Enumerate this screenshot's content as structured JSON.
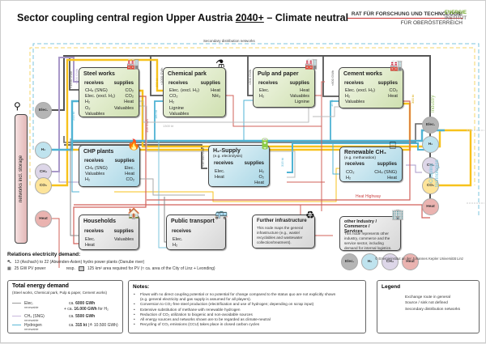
{
  "header": {
    "title_main": "Sector coupling central region Upper Austria ",
    "title_year": "2040+",
    "title_tail": " – Climate neutral",
    "council_line1": "RAT FÜR FORSCHUNG UND TECHNOLOGIE",
    "council_line2": "FÜR OBERÖSTERREICH",
    "institute_line1": "ENERGIE",
    "institute_line2": "INSTITUT"
  },
  "secondary_networks_label": "Secondary distribution networks",
  "left_bar_label": "networks incl. storage",
  "side_labels": {
    "industry": "Industry",
    "coupling_1": "Coupling",
    "coupling_2": "technologies"
  },
  "heat_highway_label": "Heat Highway",
  "network_circles": {
    "elec": "Elec.",
    "h2": "H₂",
    "ch4": "CH₄",
    "co2": "CO₂",
    "heat": "Heat"
  },
  "nodes": {
    "steel": {
      "title": "Steel works",
      "receives_label": "receives",
      "supplies_label": "supplies",
      "receives": [
        "CH₄ (SNG)",
        "Elec. (excl. H₂)",
        "H₂",
        "O₂",
        "Valuables"
      ],
      "supplies": [
        "CO₂",
        "CO₂",
        "Heat",
        "Valuables"
      ]
    },
    "chemical": {
      "title": "Chemical park",
      "receives_label": "receives",
      "supplies_label": "supplies",
      "receives": [
        "Elec. (excl. H₂)",
        "CO₂",
        "H₂",
        "Lignine",
        "Valuables"
      ],
      "supplies": [
        "Heat",
        "NH₃"
      ]
    },
    "pulp": {
      "title": "Pulp and paper",
      "receives_label": "receives",
      "supplies_label": "supplies",
      "receives": [
        "Elec.",
        "H₂"
      ],
      "supplies": [
        "Heat",
        "Valuables",
        "Lignine"
      ]
    },
    "cement": {
      "title": "Cement works",
      "receives_label": "receives",
      "supplies_label": "supplies",
      "receives": [
        "Elec. (excl. H₂)",
        "H₂",
        "Valuables"
      ],
      "supplies": [
        "CO₂",
        "Heat"
      ]
    },
    "chp": {
      "title": "CHP plants",
      "receives_label": "receives",
      "supplies_label": "supplies",
      "receives": [
        "CH₄ (SNG)",
        "Valuables",
        "H₂"
      ],
      "supplies": [
        "Elec.",
        "Heat",
        "CO₂"
      ]
    },
    "h2supply": {
      "title": "H₂-Supply",
      "subtitle": "(e.g. electrolysis)",
      "receives_label": "receives",
      "supplies_label": "supplies",
      "receives": [
        "Elec.",
        "Heat"
      ],
      "supplies": [
        "H₂",
        "O₂",
        "Heat"
      ]
    },
    "renewch4": {
      "title": "Renewable CH₄",
      "subtitle": "(e.g. methanation)",
      "receives_label": "receives",
      "supplies_label": "supplies",
      "receives": [
        "CO₂",
        "H₂"
      ],
      "supplies": [
        "CH₄ (SNG)",
        "Heat"
      ]
    },
    "households": {
      "title": "Households",
      "receives_label": "receives",
      "supplies_label": "supplies",
      "receives": [
        "Elec.",
        "Heat"
      ],
      "supplies": [
        "Valuables"
      ]
    },
    "transport": {
      "title": "Public transport",
      "receives_label": "receives",
      "receives": [
        "Elec.",
        "H₂"
      ]
    },
    "infra": {
      "title": "Further infrastructure",
      "description": "This node maps the general infrastructure (e.g., waste/ recyclables and wastewater collection/treatment)."
    },
    "other": {
      "title": "other Industry / Commerce / Services",
      "description": "This node represents other industry, commerce and the service sector, including demand for internal logistics."
    }
  },
  "flow_labels": {
    "steel_ch4": "≈500 GWh",
    "steel_elec": "≈1500 GWh",
    "steel_h2": "200 kt",
    "steel_co2": "1400 kt",
    "steel_heat": "158 GWh",
    "chem_co2": "400 kt",
    "chem_elec": "≈1000 GWh",
    "chem_h2": "180 kt",
    "pulp_elec": "≈500 GWh",
    "cement_elec": "≈600 GWh",
    "cement_h2": "15 kt",
    "cement_co2": "300 kt",
    "h2_elec": "≈16.000 GWh",
    "h2_out": "315 kt",
    "steel_valuables": "1300 kt"
  },
  "relations": {
    "heading": "Relations electricity demand:",
    "hydro": "13 (Aschach) to 22 (Abwinden-Asten) hydro power plants (Danube river)",
    "pv": "25 GW PV power",
    "pv_resp": "resp.",
    "pv_area": "125 km² area required for PV (≈ ca. area of the City of Linz + Leonding)"
  },
  "total_energy": {
    "heading": "Total energy demand",
    "subheading": "(Steel works, Chemical park, Pulp & paper, Cement works)",
    "rows": [
      {
        "name": "Elec.",
        "note": "renewable",
        "value_prefix": "ca. ",
        "value": "6000 GWh",
        "value_suffix": "",
        "color": "#999999"
      },
      {
        "name": "",
        "note": "",
        "value_prefix": "+ ca. ",
        "value": "16.000 GWh",
        "value_suffix": " for H₂",
        "color": ""
      },
      {
        "name": "CH₄ (SNG)",
        "note": "renewable",
        "value_prefix": "ca. ",
        "value": "5500 GWh",
        "value_suffix": "",
        "color": "#c9b8dd"
      },
      {
        "name": "Hydrogen",
        "note": "renewable",
        "value_prefix": "ca. ",
        "value": "315 kt",
        "value_suffix": " (≙ 10.500 GWh)",
        "color": "#5bb8d6"
      }
    ]
  },
  "notes": {
    "heading": "Notes:",
    "items": [
      "Flows with no direct coupling potential or no potential for change compared to the status quo are not explicitly shown",
      "(e.g. general electricity and gas supply is assumed for all players).",
      "Conversion to CO₂-free steel production (electrification and use of hydrogen; depending on scrap input)",
      "Extensive substitution of methane with renewable hydrogen",
      "Reduction of CO₂ utilization to biogenic and non-avoidable sources",
      "All energy sources and networks shown are to be regarded as climate-neutral",
      "Recycling of CO₂ emissions (CCU) takes place in closed carbon cycles"
    ]
  },
  "legend": {
    "heading": "Legend",
    "items": [
      "Exchange route in general",
      "Source / sink not defined",
      "Secondary distribution networks"
    ]
  },
  "copyright": "© Energieinstitut an der Johannes Kepler Universität Linz",
  "colors": {
    "elec": "#777777",
    "h2": "#4fb3d4",
    "ch4": "#a998c9",
    "co2": "#f7c21c",
    "heat": "#d2605a",
    "valuables": "#bbbbbb"
  }
}
